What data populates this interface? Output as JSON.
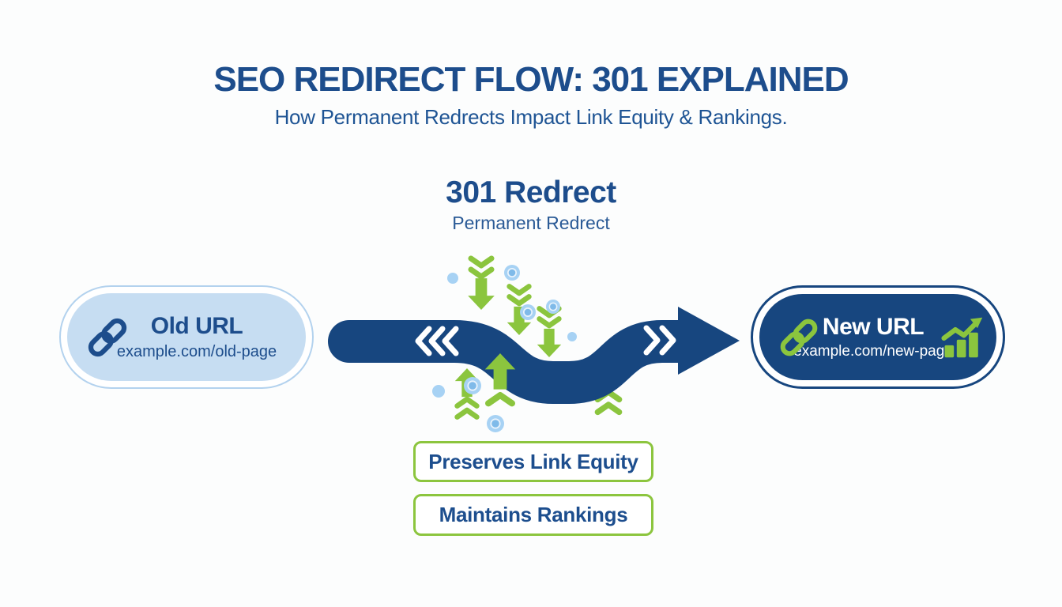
{
  "header": {
    "title": "SEO REDIRECT FLOW: 301 EXPLAINED",
    "subtitle": "How Permanent Redrects Impact Link Equity & Rankings."
  },
  "redirect_label": {
    "title": "301 Redrect",
    "subtitle": "Permanent Redrect"
  },
  "old_url_card": {
    "label": "Old URL",
    "url": "example.com/old-page",
    "icon": "link-icon"
  },
  "new_url_card": {
    "label": "New URL",
    "url": "example.com/new-page",
    "icon_left": "link-icon",
    "icon_right": "growth-chart-icon"
  },
  "flow": {
    "direction": "old-url to new-url",
    "left_marker": "triple-chevron-left-icon",
    "right_marker": "double-chevron-right-icon",
    "decorations": [
      "green-down-arrows",
      "green-up-arrows",
      "blue-equity-dots"
    ]
  },
  "benefits": [
    {
      "label": "Preserves Link Equity"
    },
    {
      "label": "Maintains Rankings"
    }
  ],
  "colors": {
    "navy": "#17467f",
    "heading_blue": "#1d4d8c",
    "green": "#8bc53e",
    "light_blue_fill": "#c6ddf2",
    "light_blue_border": "#b3d2ee",
    "dot_blue": "#a7d2f4",
    "background": "#fcfdfd"
  }
}
